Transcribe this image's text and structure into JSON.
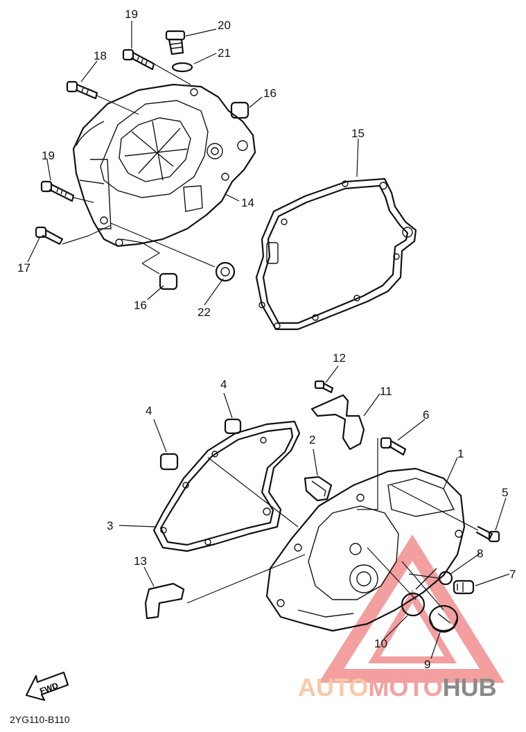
{
  "diagram": {
    "callouts": {
      "c1": "1",
      "c2": "2",
      "c3": "3",
      "c4a": "4",
      "c4b": "4",
      "c5": "5",
      "c6": "6",
      "c7": "7",
      "c8": "8",
      "c9": "9",
      "c10": "10",
      "c11": "11",
      "c12": "12",
      "c13": "13",
      "c14": "14",
      "c15": "15",
      "c16a": "16",
      "c16b": "16",
      "c17": "17",
      "c18": "18",
      "c19a": "19",
      "c19b": "19",
      "c20": "20",
      "c21": "21",
      "c22": "22"
    },
    "fwd_label": "FWD",
    "drawing_code": "2YG110-B110"
  },
  "watermark": {
    "part1": "AUTO",
    "part2": "MOTO",
    "part3": "HUB",
    "colors": {
      "auto": "#f5c9a8",
      "moto": "#f3a0a0",
      "hub": "#8a8a8a",
      "triangle": "#f08080"
    }
  }
}
